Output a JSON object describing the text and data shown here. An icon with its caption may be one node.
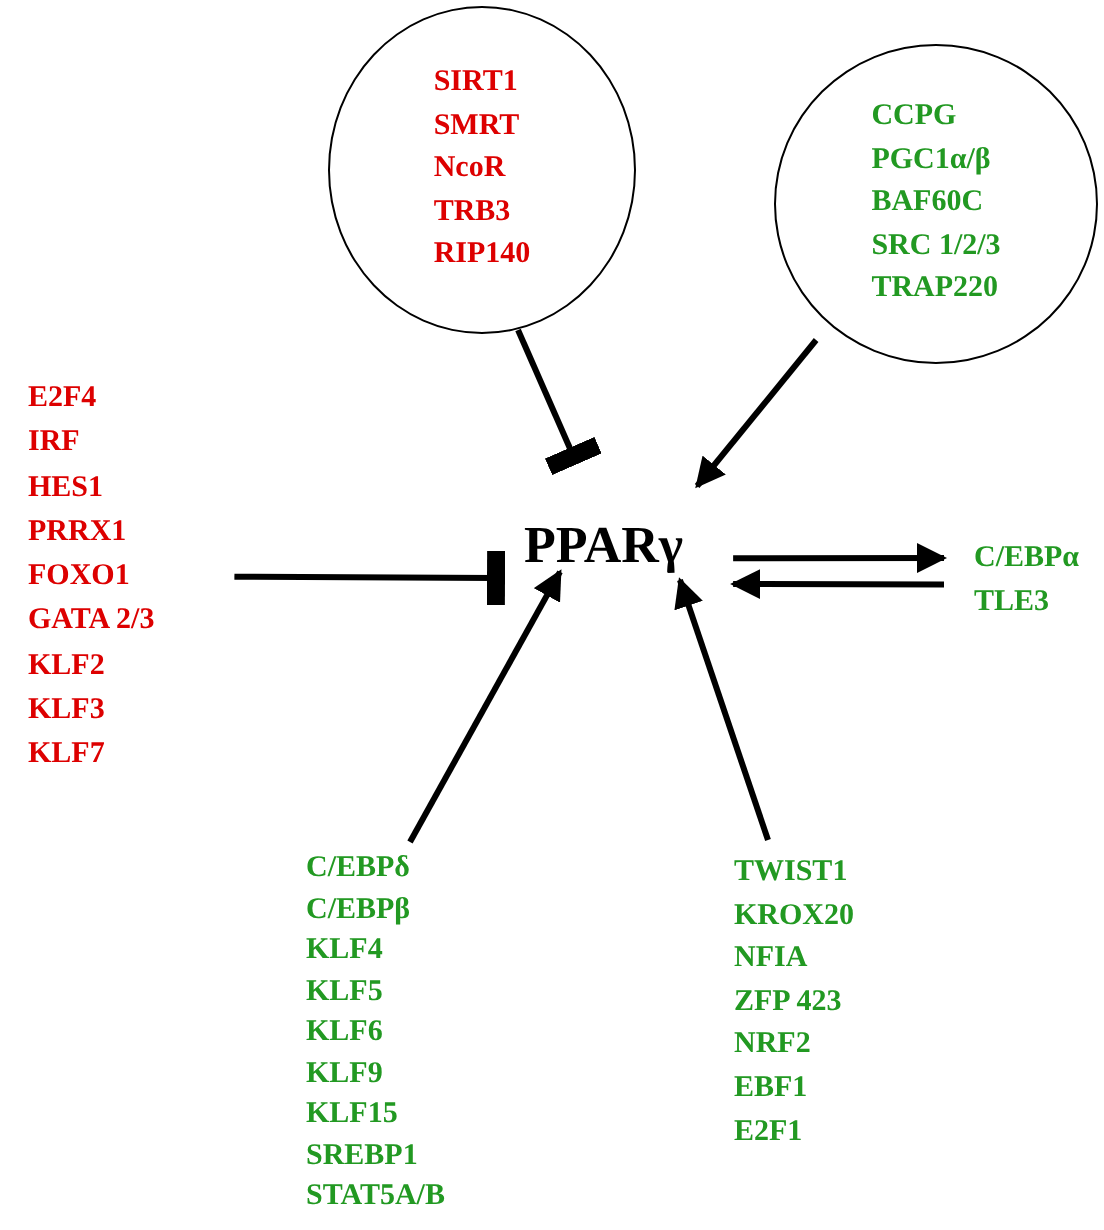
{
  "diagram": {
    "nodes": [
      {
        "text": [
          "SIRT1",
          "SMRT",
          "NcoR",
          "TRB3",
          "RIP140"
        ]
      },
      {
        "text": [
          "CCPG",
          "PGC1α/β",
          "BAF60C",
          "SRC 1/2/3",
          "TRAP220"
        ]
      },
      {
        "text": [
          "E2F4",
          "IRF",
          "HES1",
          "PRRX1",
          "FOXO1",
          "GATA 2/3",
          "KLF2",
          "KLF3",
          "KLF7"
        ]
      },
      {
        "text": [
          "PPARγ"
        ]
      },
      {
        "text": [
          "C/EBPα",
          "TLE3"
        ]
      },
      {
        "text": [
          "C/EBPδ",
          "C/EBPβ",
          "KLF4",
          "KLF5",
          "KLF6",
          "KLF9",
          "KLF15",
          "SREBP1",
          "STAT5A/B"
        ]
      },
      {
        "text": [
          "TWIST1",
          "KROX20",
          "NFIA",
          "ZFP 423",
          "NRF2",
          "EBF1",
          "E2F1"
        ]
      }
    ],
    "edges": [
      {
        "from": 0,
        "to": 3,
        "arrow": "other"
      },
      {
        "from": 1,
        "to": 3,
        "arrow": "to"
      },
      {
        "from": 2,
        "to": 3,
        "arrow": "other"
      },
      {
        "from": 3,
        "to": 4,
        "arrow": "to"
      },
      {
        "from": 4,
        "to": 3,
        "arrow": "to"
      },
      {
        "from": 5,
        "to": 3,
        "arrow": "to"
      },
      {
        "from": 6,
        "to": 3,
        "arrow": "to"
      }
    ]
  }
}
